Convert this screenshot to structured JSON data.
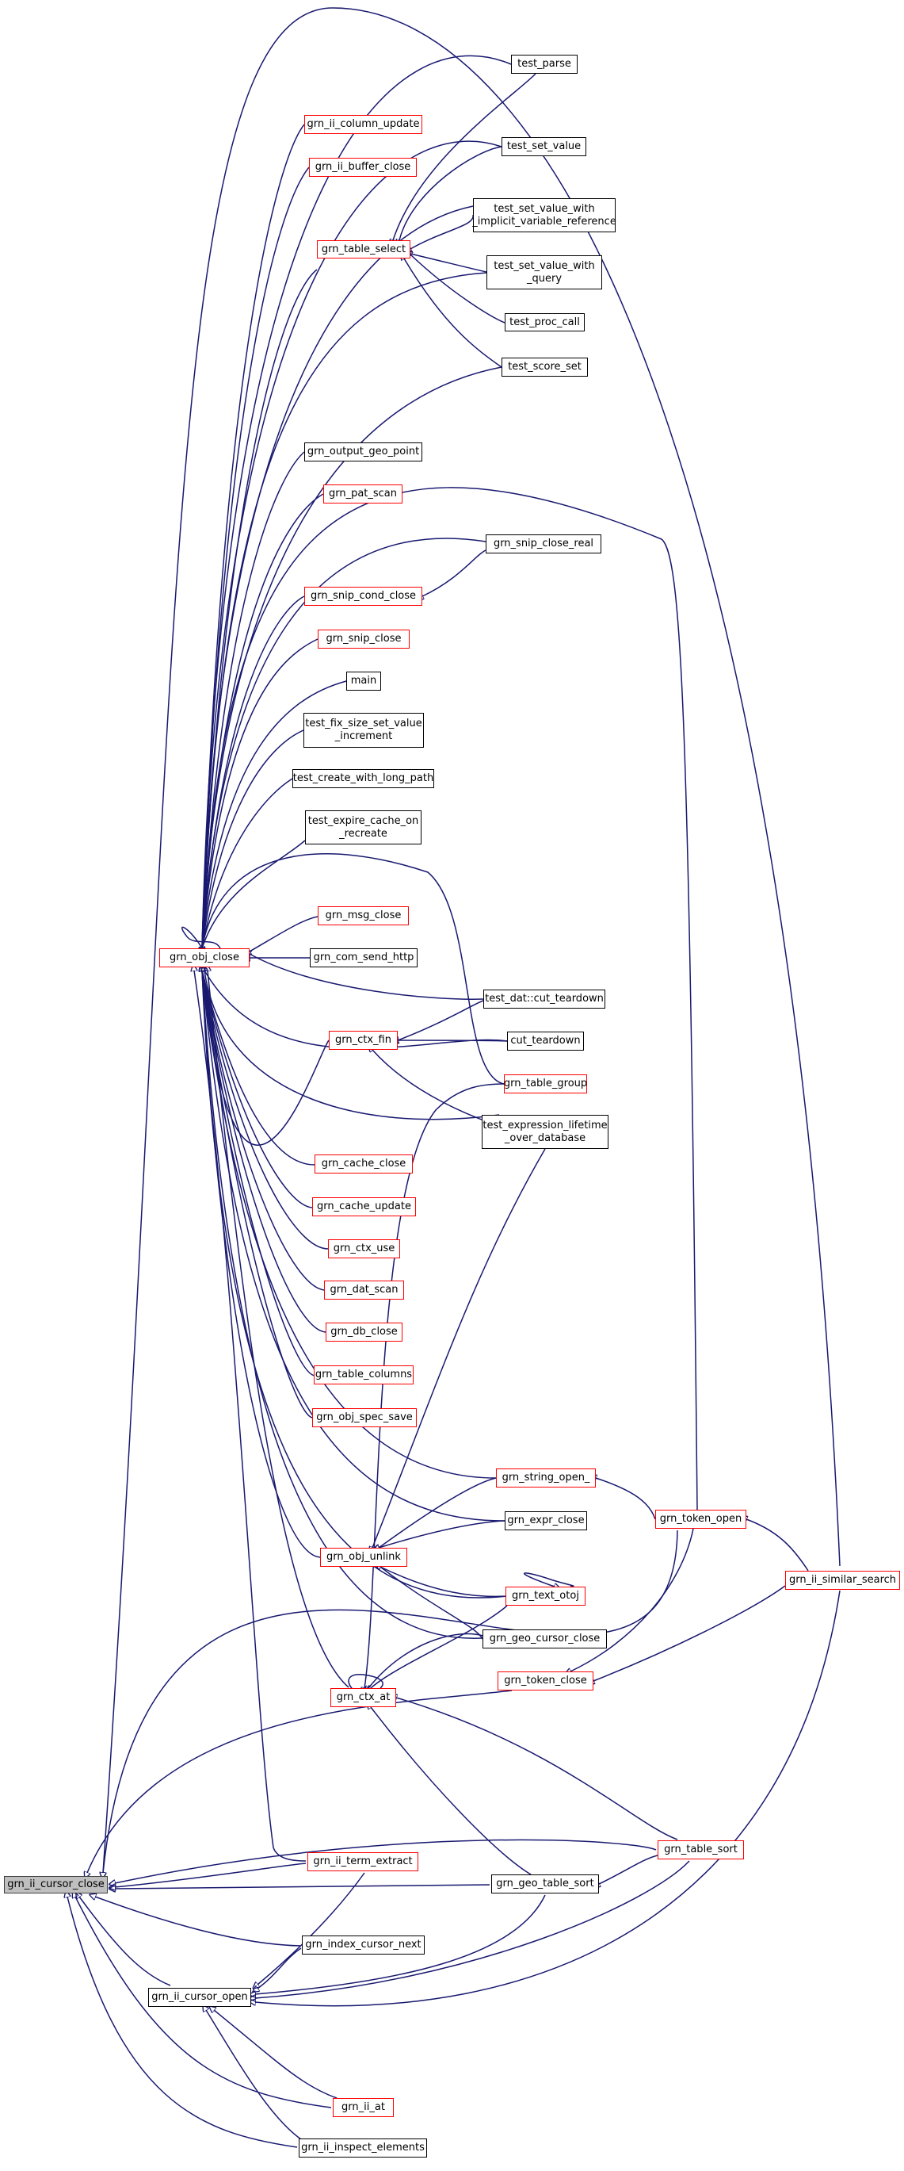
{
  "graph": {
    "colors": {
      "edge": "#191970",
      "external_node_border": "#ff0000",
      "internal_node_border": "#000000",
      "root_fill": "#bfbfbf"
    },
    "nodes": {
      "grn_ii_cursor_close": {
        "label": "grn_ii_cursor_close",
        "style": "root"
      },
      "grn_ii_cursor_open": {
        "label": "grn_ii_cursor_open",
        "style": "black"
      },
      "grn_obj_close": {
        "label": "grn_obj_close",
        "style": "red"
      },
      "grn_table_select": {
        "label": "grn_table_select",
        "style": "red"
      },
      "grn_ii_column_update": {
        "label": "grn_ii_column_update",
        "style": "red"
      },
      "grn_ii_buffer_close": {
        "label": "grn_ii_buffer_close",
        "style": "red"
      },
      "test_parse": {
        "label": "test_parse",
        "style": "black"
      },
      "test_set_value": {
        "label": "test_set_value",
        "style": "black"
      },
      "test_set_value_with_implicit": {
        "label": "test_set_value_with\n_implicit_variable_reference",
        "style": "black"
      },
      "test_set_value_with_query": {
        "label": "test_set_value_with\n_query",
        "style": "black"
      },
      "test_proc_call": {
        "label": "test_proc_call",
        "style": "black"
      },
      "test_score_set": {
        "label": "test_score_set",
        "style": "black"
      },
      "grn_output_geo_point": {
        "label": "grn_output_geo_point",
        "style": "black"
      },
      "grn_pat_scan": {
        "label": "grn_pat_scan",
        "style": "red"
      },
      "grn_snip_close_real": {
        "label": "grn_snip_close_real",
        "style": "black"
      },
      "grn_snip_cond_close": {
        "label": "grn_snip_cond_close",
        "style": "red"
      },
      "grn_snip_close": {
        "label": "grn_snip_close",
        "style": "red"
      },
      "main": {
        "label": "main",
        "style": "black"
      },
      "test_fix_size_set_value_increment": {
        "label": "test_fix_size_set_value\n_increment",
        "style": "black"
      },
      "test_create_with_long_path": {
        "label": "test_create_with_long_path",
        "style": "black"
      },
      "test_expire_cache_on_recreate": {
        "label": "test_expire_cache_on\n_recreate",
        "style": "black"
      },
      "grn_msg_close": {
        "label": "grn_msg_close",
        "style": "red"
      },
      "grn_com_send_http": {
        "label": "grn_com_send_http",
        "style": "black"
      },
      "grn_ctx_fin": {
        "label": "grn_ctx_fin",
        "style": "red"
      },
      "test_dat_cut_teardown": {
        "label": "test_dat::cut_teardown",
        "style": "black"
      },
      "cut_teardown": {
        "label": "cut_teardown",
        "style": "black"
      },
      "grn_table_group": {
        "label": "grn_table_group",
        "style": "red"
      },
      "test_expression_lifetime": {
        "label": "test_expression_lifetime\n_over_database",
        "style": "black"
      },
      "grn_cache_close": {
        "label": "grn_cache_close",
        "style": "red"
      },
      "grn_cache_update": {
        "label": "grn_cache_update",
        "style": "red"
      },
      "grn_ctx_use": {
        "label": "grn_ctx_use",
        "style": "red"
      },
      "grn_dat_scan": {
        "label": "grn_dat_scan",
        "style": "red"
      },
      "grn_db_close": {
        "label": "grn_db_close",
        "style": "red"
      },
      "grn_table_columns": {
        "label": "grn_table_columns",
        "style": "red"
      },
      "grn_obj_spec_save": {
        "label": "grn_obj_spec_save",
        "style": "red"
      },
      "grn_string_open_": {
        "label": "grn_string_open_",
        "style": "red"
      },
      "grn_token_open": {
        "label": "grn_token_open",
        "style": "red"
      },
      "grn_expr_close": {
        "label": "grn_expr_close",
        "style": "black"
      },
      "grn_obj_unlink": {
        "label": "grn_obj_unlink",
        "style": "red"
      },
      "grn_text_otoj": {
        "label": "grn_text_otoj",
        "style": "red"
      },
      "grn_ii_similar_search": {
        "label": "grn_ii_similar_search",
        "style": "red"
      },
      "grn_geo_cursor_close": {
        "label": "grn_geo_cursor_close",
        "style": "black"
      },
      "grn_token_close": {
        "label": "grn_token_close",
        "style": "red"
      },
      "grn_ctx_at": {
        "label": "grn_ctx_at",
        "style": "red"
      },
      "grn_table_sort": {
        "label": "grn_table_sort",
        "style": "red"
      },
      "grn_ii_term_extract": {
        "label": "grn_ii_term_extract",
        "style": "red"
      },
      "grn_geo_table_sort": {
        "label": "grn_geo_table_sort",
        "style": "black"
      },
      "grn_index_cursor_next": {
        "label": "grn_index_cursor_next",
        "style": "black"
      },
      "grn_ii_at": {
        "label": "grn_ii_at",
        "style": "red"
      },
      "grn_ii_inspect_elements": {
        "label": "grn_ii_inspect_elements",
        "style": "black"
      }
    }
  }
}
